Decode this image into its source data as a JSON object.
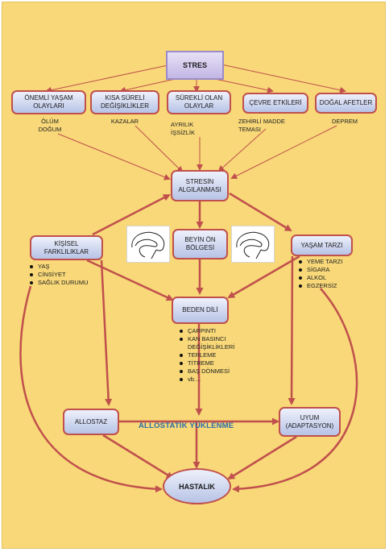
{
  "title": "STRES",
  "causes": [
    {
      "label": "ÖNEMLİ YAŞAM OLAYLARI",
      "line1": "ÖNEMLİ YAŞAM",
      "line2": "OLAYLARI",
      "example1": "ÖLÜM",
      "example2": "DOĞUM"
    },
    {
      "label": "KISA SÜRELİ DEĞİŞİKLİKLER",
      "line1": "KISA SÜRELİ",
      "line2": "DEĞİŞİKLİKLER",
      "example1": "KAZALAR",
      "example2": ""
    },
    {
      "label": "SÜREKLİ OLAN OLAYLAR",
      "line1": "SÜREKLİ OLAN",
      "line2": "OLAYLAR",
      "example1": "AYRILIK",
      "example2": "İŞSİZLİK"
    },
    {
      "label": "ÇEVRE ETKİLERİ",
      "line1": "ÇEVRE ETKİLERİ",
      "line2": "",
      "example1": "ZEHİRLİ MADDE",
      "example2": "TEMASI"
    },
    {
      "label": "DOĞAL AFETLER",
      "line1": "DOĞAL AFETLER",
      "line2": "",
      "example1": "DEPREM",
      "example2": ""
    }
  ],
  "perception": {
    "line1": "STRESİN",
    "line2": "ALGILANMASI"
  },
  "individual": {
    "line1": "KİŞİSEL",
    "line2": "FARKLILIKLAR",
    "items": [
      "YAŞ",
      "CİNSİYET",
      "SAĞLIK DURUMU"
    ]
  },
  "frontal": {
    "line1": "BEYİN ÖN",
    "line2": "BÖLGESİ"
  },
  "lifestyle": {
    "label": "YAŞAM TARZI",
    "items": [
      "YEME TARZI",
      "SİGARA",
      "ALKOL",
      "EGZERSİZ"
    ]
  },
  "body": {
    "label": "BEDEN DİLİ",
    "items": [
      "ÇARPINTI",
      "KAN BASINCI",
      "DEĞİŞİKLİKLERİ",
      "TERLEME",
      "TİTREME",
      "BAŞ DÖNMESİ",
      "vb...."
    ]
  },
  "allostasis": "ALLOSTAZ",
  "allostatic_load": "ALLOSTATİK YÜKLENME",
  "adaptation": {
    "line1": "UYUM",
    "line2": "(ADAPTASYON)"
  },
  "disease": "HASTALIK",
  "colors": {
    "background": "#f8d878",
    "border": "#c0504d",
    "arrow": "#c0504d",
    "box_fill": "#b7c3e6",
    "allostatic_text": "#2d6ea8"
  }
}
